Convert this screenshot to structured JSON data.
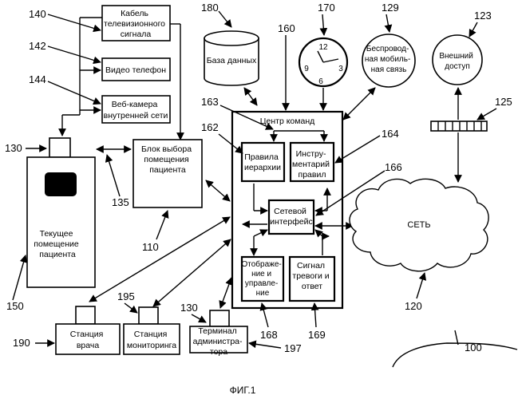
{
  "labels": {
    "cable_tv": [
      "Кабель",
      "телевизионного",
      "сигнала"
    ],
    "video_phone": "Видео телефон",
    "webcam": [
      "Веб-камера",
      "внутренней сети"
    ],
    "database": "База данных",
    "wireless": [
      "Беспровод-",
      "ная мобиль-",
      "ная связь"
    ],
    "external": [
      "Внешний",
      "доступ"
    ],
    "room_select": [
      "Блок выбора",
      "помещения",
      "пациента"
    ],
    "patient_room": [
      "Текущее",
      "помещение",
      "пациента"
    ],
    "command_center": "Центр  команд",
    "hierarchy_rules": [
      "Правила",
      "иерархии"
    ],
    "rule_tools": [
      "Инстру-",
      "ментарий",
      "правил"
    ],
    "net_interface": [
      "Сетевой",
      "интерфейс"
    ],
    "display_control": [
      "Отображе-",
      "ние и",
      "управле-",
      "ние"
    ],
    "alarm": [
      "Сигнал",
      "тревоги  и",
      "ответ"
    ],
    "network": "СЕТЬ",
    "doctor_station": [
      "Станция",
      "врача"
    ],
    "monitor_station": [
      "Станция",
      "мониторинга"
    ],
    "admin_terminal": [
      "Терминал",
      "администра-",
      "тора"
    ],
    "figure": "ФИГ.1"
  },
  "clock_numerals": [
    "12",
    "3",
    "6",
    "9"
  ],
  "refs": {
    "r140": "140",
    "r142": "142",
    "r144": "144",
    "r130a": "130",
    "r135": "135",
    "r110": "110",
    "r150": "150",
    "r180": "180",
    "r160": "160",
    "r170": "170",
    "r129": "129",
    "r123": "123",
    "r125": "125",
    "r163": "163",
    "r162": "162",
    "r164": "164",
    "r166": "166",
    "r120": "120",
    "r100": "100",
    "r190": "190",
    "r195": "195",
    "r130b": "130",
    "r197": "197",
    "r168": "168",
    "r169": "169"
  }
}
